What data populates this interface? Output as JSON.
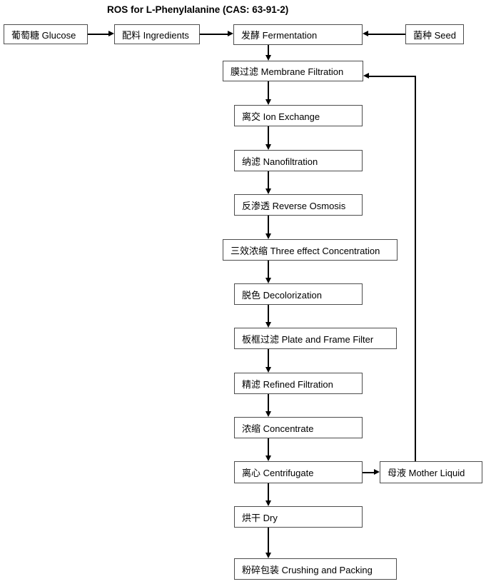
{
  "title": "ROS for L-Phenylalanine (CAS: 63-91-2)",
  "diagram": {
    "type": "flowchart",
    "nodes": {
      "glucose": {
        "label": "葡萄糖 Glucose"
      },
      "ingredients": {
        "label": "配料 Ingredients"
      },
      "fermentation": {
        "label": "发酵 Fermentation"
      },
      "seed": {
        "label": "菌种 Seed"
      },
      "membrane_filtration": {
        "label": "膜过滤 Membrane Filtration"
      },
      "ion_exchange": {
        "label": "离交 Ion Exchange"
      },
      "nanofiltration": {
        "label": "纳滤 Nanofiltration"
      },
      "reverse_osmosis": {
        "label": "反渗透 Reverse Osmosis"
      },
      "three_effect_concentration": {
        "label": "三效浓缩 Three effect Concentration"
      },
      "decolorization": {
        "label": "脱色 Decolorization"
      },
      "plate_and_frame_filter": {
        "label": "板框过滤 Plate and Frame Filter"
      },
      "refined_filtration": {
        "label": "精滤 Refined Filtration"
      },
      "concentrate": {
        "label": "浓缩 Concentrate"
      },
      "centrifugate": {
        "label": "离心 Centrifugate"
      },
      "mother_liquid": {
        "label": "母液 Mother Liquid"
      },
      "dry": {
        "label": "烘干 Dry"
      },
      "crushing_and_packing": {
        "label": "粉碎包装 Crushing and Packing"
      }
    },
    "edges": [
      {
        "from": "glucose",
        "to": "ingredients"
      },
      {
        "from": "ingredients",
        "to": "fermentation"
      },
      {
        "from": "seed",
        "to": "fermentation"
      },
      {
        "from": "fermentation",
        "to": "membrane_filtration"
      },
      {
        "from": "membrane_filtration",
        "to": "ion_exchange"
      },
      {
        "from": "ion_exchange",
        "to": "nanofiltration"
      },
      {
        "from": "nanofiltration",
        "to": "reverse_osmosis"
      },
      {
        "from": "reverse_osmosis",
        "to": "three_effect_concentration"
      },
      {
        "from": "three_effect_concentration",
        "to": "decolorization"
      },
      {
        "from": "decolorization",
        "to": "plate_and_frame_filter"
      },
      {
        "from": "plate_and_frame_filter",
        "to": "refined_filtration"
      },
      {
        "from": "refined_filtration",
        "to": "concentrate"
      },
      {
        "from": "concentrate",
        "to": "centrifugate"
      },
      {
        "from": "centrifugate",
        "to": "mother_liquid"
      },
      {
        "from": "centrifugate",
        "to": "dry"
      },
      {
        "from": "dry",
        "to": "crushing_and_packing"
      },
      {
        "from": "mother_liquid",
        "to": "membrane_filtration"
      }
    ],
    "colors": {
      "background": "#ffffff",
      "box_border": "#4d4d4d",
      "line": "#000000",
      "text": "#000000"
    }
  }
}
